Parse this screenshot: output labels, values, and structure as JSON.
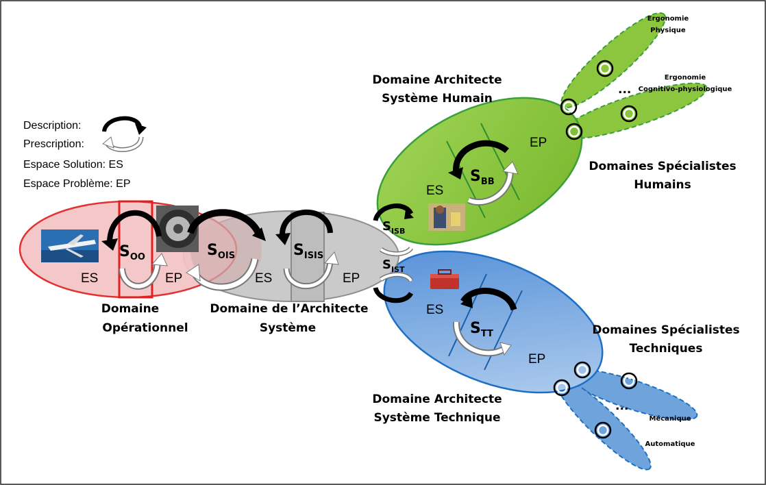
{
  "legend": {
    "description": "Description:",
    "prescription": "Prescription:",
    "espace_solution": "Espace Solution: ES",
    "espace_probleme": "Espace Problème: EP"
  },
  "operational": {
    "es": "ES",
    "ep": "EP",
    "s_base": "S",
    "s_sub": "OO",
    "title_line1": "Domaine",
    "title_line2": "Opérationnel",
    "fill": "#f4c4c4",
    "stroke": "#e02020"
  },
  "system": {
    "es": "ES",
    "ep": "EP",
    "s_ois_base": "S",
    "s_ois_sub": "OIS",
    "s_isis_base": "S",
    "s_isis_sub": "ISIS",
    "title_line1": "Domaine de l’Architecte",
    "title_line2": "Système",
    "fill": "#c8c8c8",
    "stroke": "#909090"
  },
  "human": {
    "title_line1": "Domaine Architecte",
    "title_line2": "Système Humain",
    "es": "ES",
    "ep": "EP",
    "s_bb_base": "S",
    "s_bb_sub": "BB",
    "s_isb_base": "S",
    "s_isb_sub": "ISB",
    "fill": "#8cc63f",
    "stroke": "#3a9e3a",
    "specialists_line1": "Domaines Spécialistes",
    "specialists_line2": "Humains",
    "sub1_line1": "Ergonomie",
    "sub1_line2": "Physique",
    "sub2_line1": "Ergonomie",
    "sub2_line2": "Cognitivo-physiologique",
    "ellipsis": "..."
  },
  "technical": {
    "title_line1": "Domaine Architecte",
    "title_line2": "Système Technique",
    "es": "ES",
    "ep": "EP",
    "s_tt_base": "S",
    "s_tt_sub": "TT",
    "s_ist_base": "S",
    "s_ist_sub": "IST",
    "fill": "#6fa3dc",
    "stroke": "#1e6fc4",
    "specialists_line1": "Domaines Spécialistes",
    "specialists_line2": "Techniques",
    "sub1": "Mécanique",
    "sub2": "Automatique",
    "ellipsis": "..."
  }
}
